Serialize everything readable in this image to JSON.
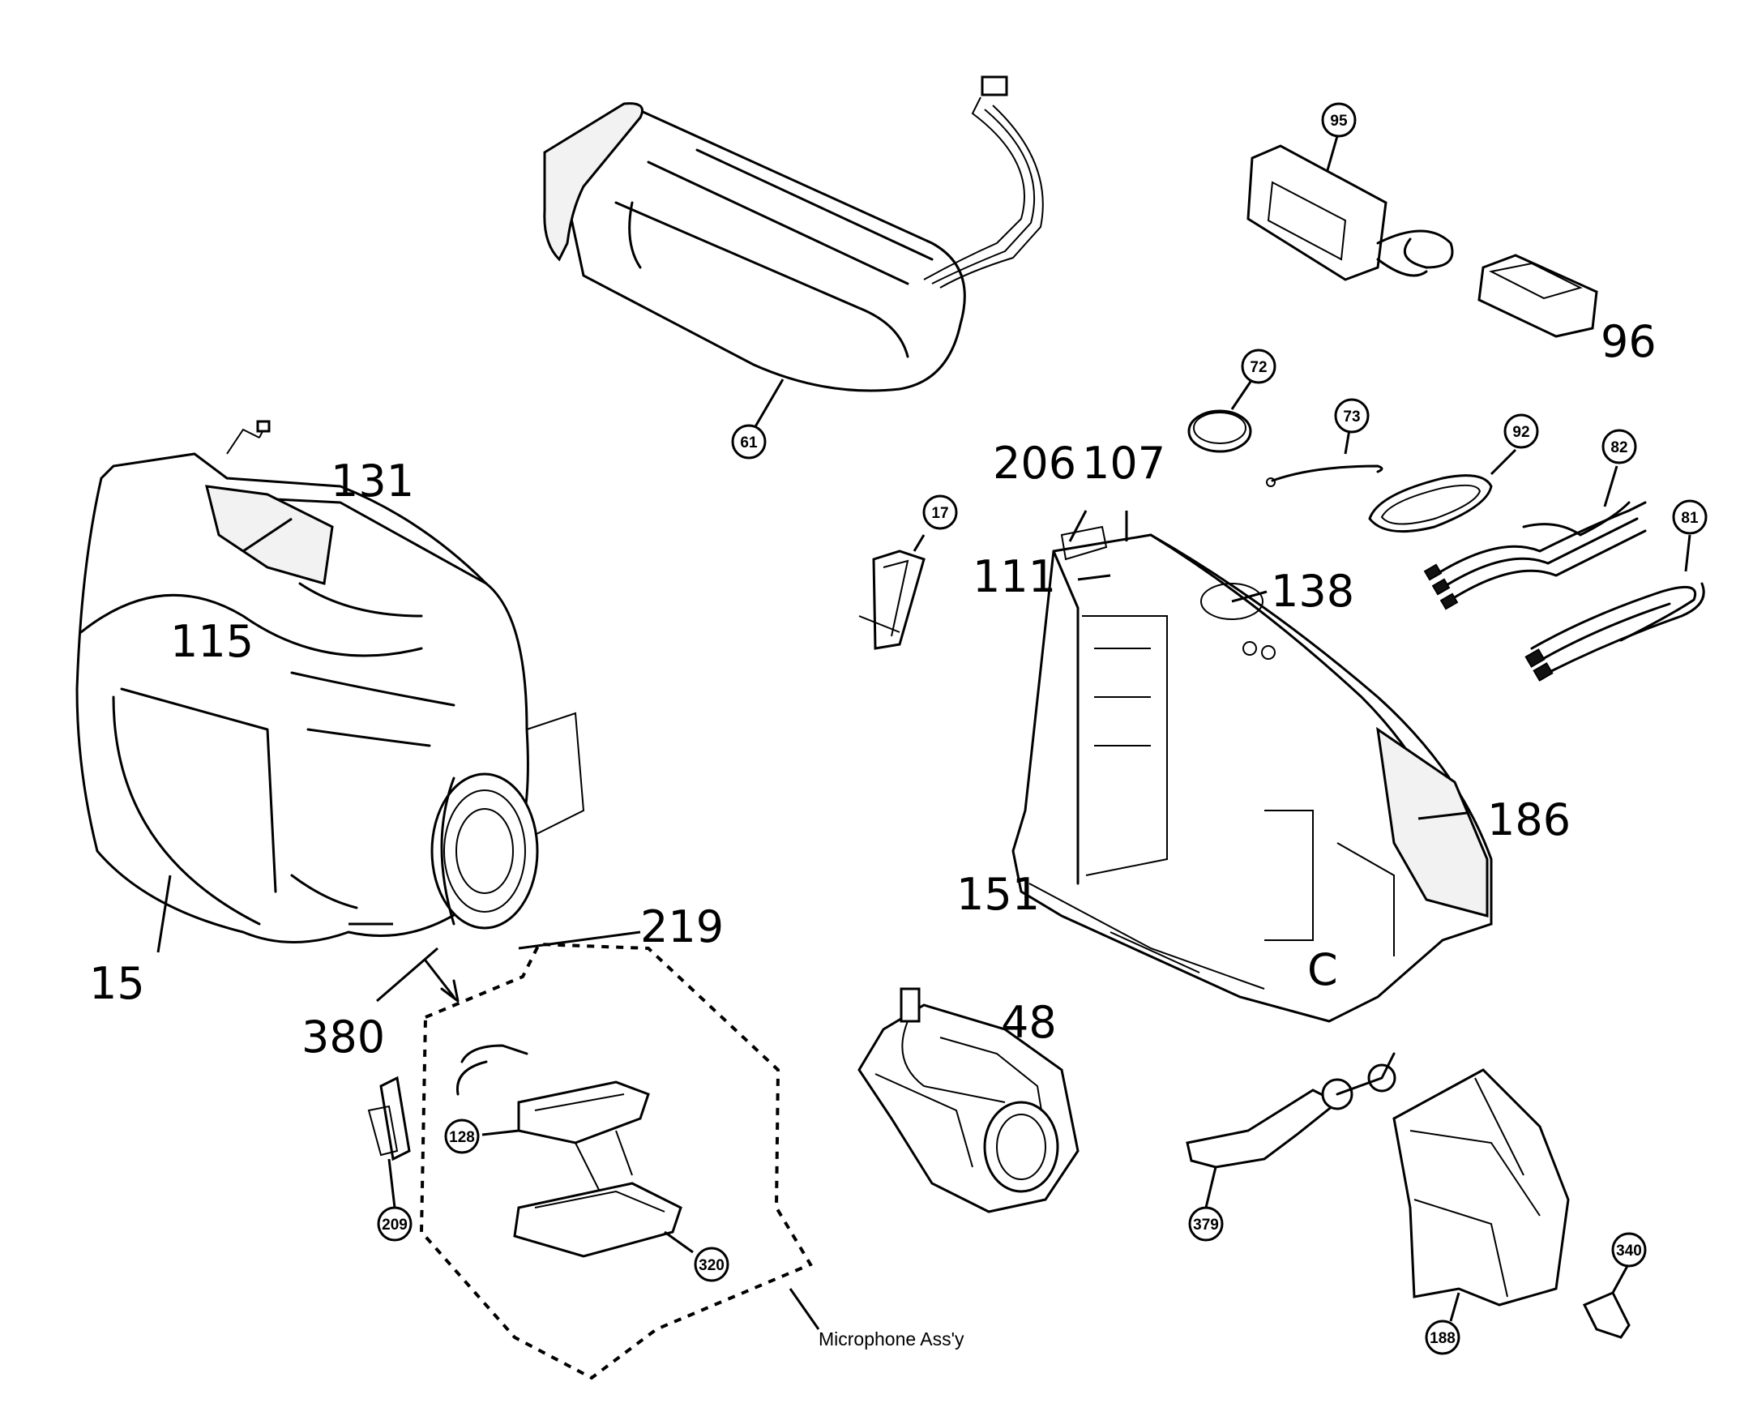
{
  "diagram": {
    "handwritten_labels": {
      "l131": "131",
      "l115": "115",
      "l15": "15",
      "l380": "380",
      "l219": "219",
      "l206": "206",
      "l107": "107",
      "l111": "111",
      "l138": "138",
      "l186": "186",
      "l151": "151",
      "l48": "48",
      "l96": "96"
    },
    "callouts": {
      "c61": "61",
      "c95": "95",
      "c72": "72",
      "c73": "73",
      "c92": "92",
      "c82": "82",
      "c81": "81",
      "c17": "17",
      "c128": "128",
      "c209": "209",
      "c320": "320",
      "c379": "379",
      "c340": "340",
      "c188": "188"
    },
    "assembly_label": "Microphone Ass'y"
  }
}
